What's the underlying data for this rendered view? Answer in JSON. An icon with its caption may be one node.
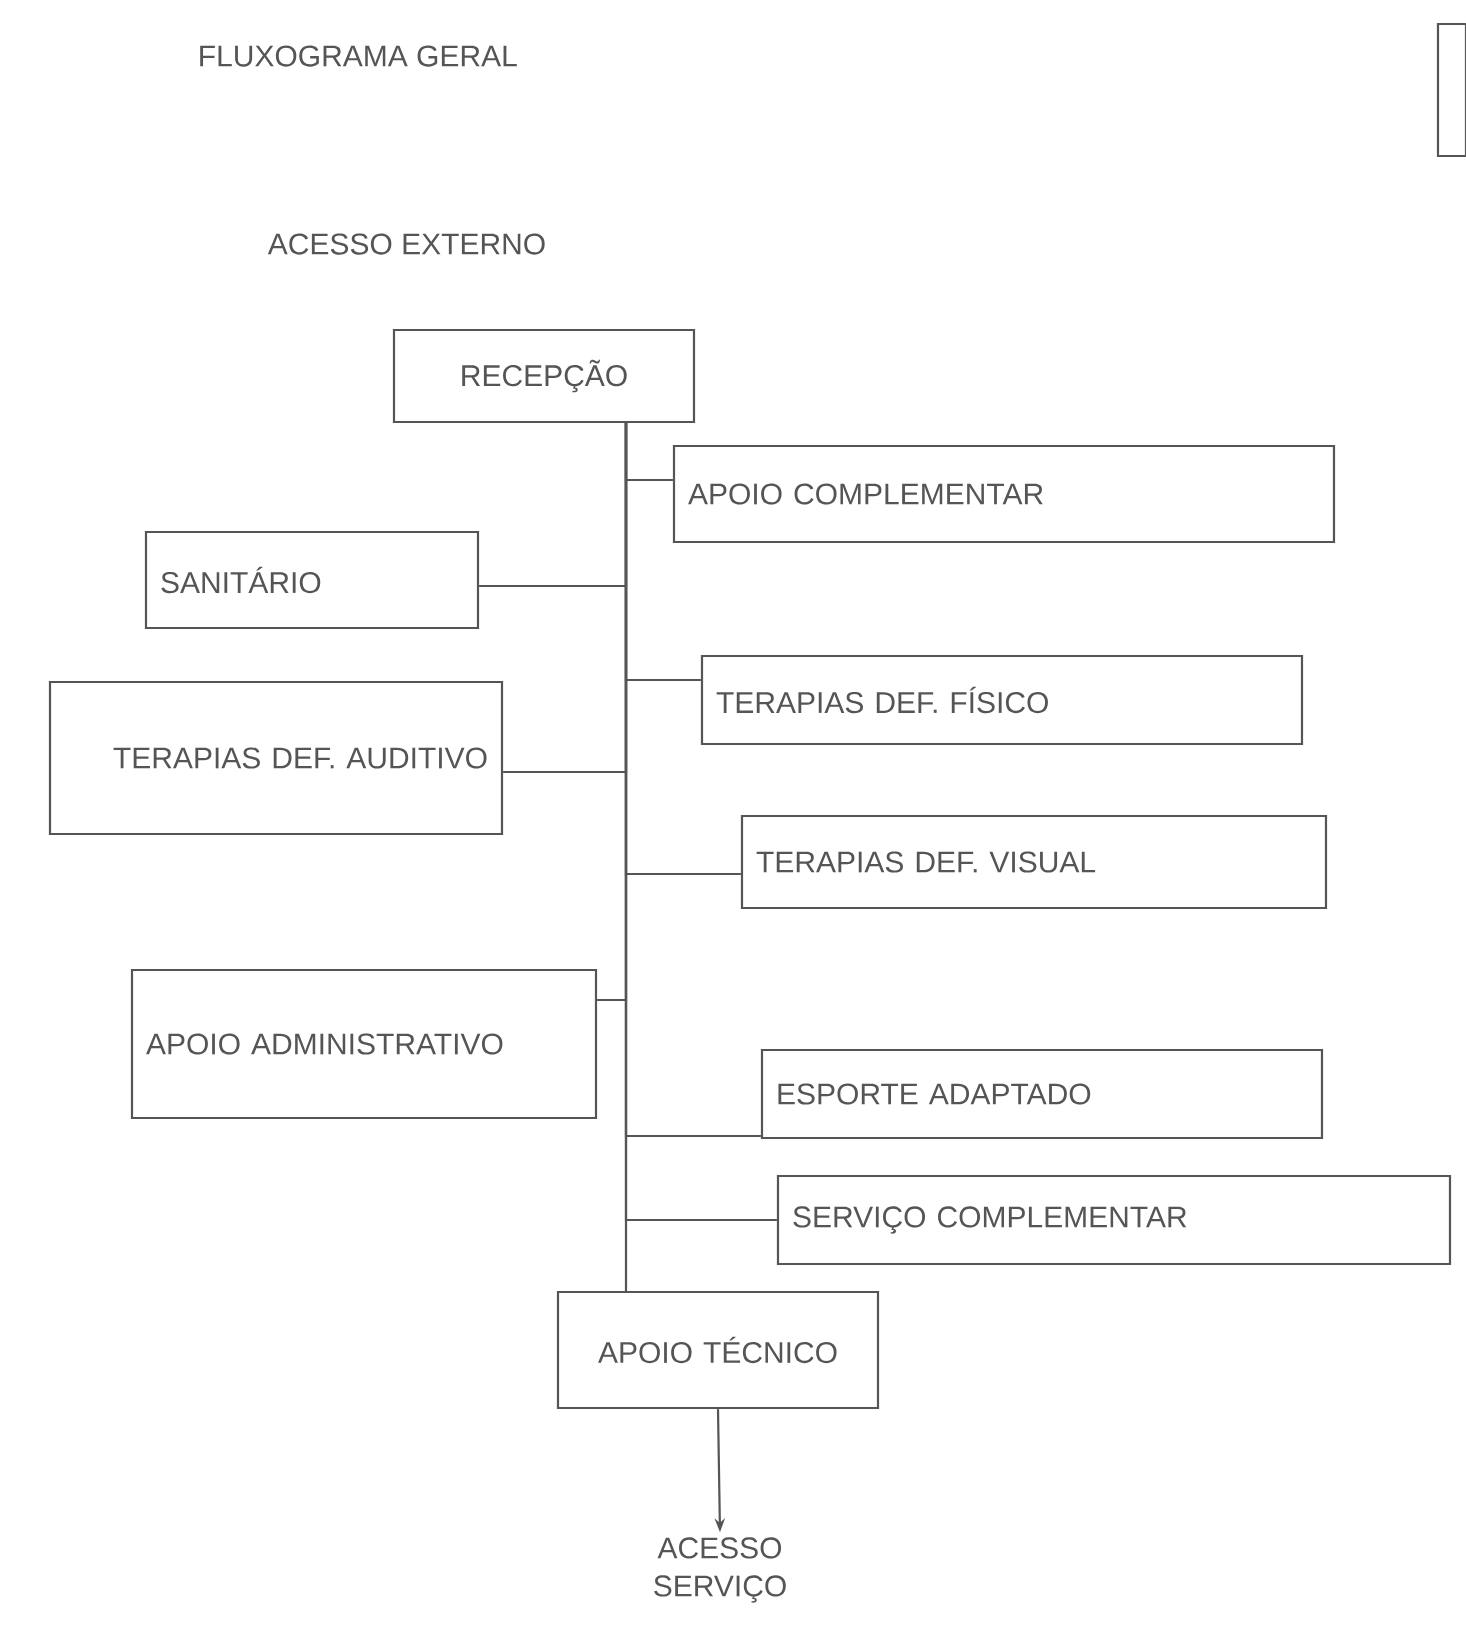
{
  "diagram": {
    "title": "FLUXOGRAMA GERAL",
    "nodes": [
      {
        "text": [
          "RECEPÇÃO"
        ]
      },
      {
        "text": [
          "APOIO COMPLEMENTAR"
        ]
      },
      {
        "text": [
          "SANITÁRIO"
        ]
      },
      {
        "text": [
          "TERAPIAS DEF. FÍSICO"
        ]
      },
      {
        "text": [
          "TERAPIAS DEF. AUDITIVO"
        ]
      },
      {
        "text": [
          "TERAPIAS DEF. VISUAL"
        ]
      },
      {
        "text": [
          "APOIO ADMINISTRATIVO"
        ]
      },
      {
        "text": [
          "ESPORTE ADAPTADO"
        ]
      },
      {
        "text": [
          "SERVIÇO COMPLEMENTAR"
        ]
      },
      {
        "text": [
          "APOIO TÉCNICO"
        ]
      },
      {
        "text": [
          "ACESSO SERVIÇO"
        ]
      },
      {
        "text": [],
        "shape": "box"
      }
    ],
    "edges": [
      {
        "from": 0,
        "to": 1,
        "arrow": "none"
      },
      {
        "from": 0,
        "to": 2,
        "arrow": "none"
      },
      {
        "from": 0,
        "to": 3,
        "arrow": "none"
      },
      {
        "from": 0,
        "to": 4,
        "arrow": "none"
      },
      {
        "from": 0,
        "to": 5,
        "arrow": "none"
      },
      {
        "from": 0,
        "to": 6,
        "arrow": "none"
      },
      {
        "from": 0,
        "to": 7,
        "arrow": "none"
      },
      {
        "from": 0,
        "to": 8,
        "arrow": "none"
      },
      {
        "from": 0,
        "to": 9,
        "arrow": "none"
      },
      {
        "from": 9,
        "to": 10,
        "arrow": "to"
      }
    ],
    "labels": [
      "ACESSO EXTERNO"
    ]
  }
}
